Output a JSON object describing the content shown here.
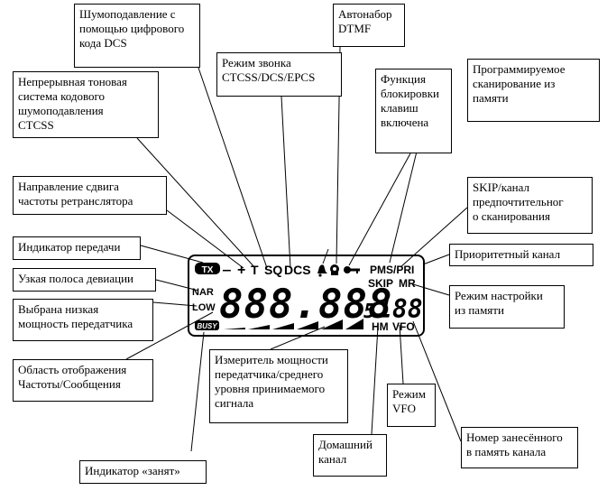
{
  "lcd": {
    "tx": "TX",
    "minus": "‒",
    "plus": "+",
    "t": "T",
    "sq": "SQ",
    "dcs": "DCS",
    "pms_pri": "PMS/PRI",
    "skip": "SKIP",
    "mr": "MR",
    "nar": "NAR",
    "low": "LOW",
    "main_digits": "888.888",
    "sub_digit": "5",
    "channel_digits": "188",
    "busy": "BUSY",
    "hm": "HM",
    "vfo": "VFO"
  },
  "labels": {
    "dcs_squelch": "Шумоподавление с\nпомощью цифрового\nкода DCS",
    "dtmf": "Автонабор\nDTMF",
    "ctcss": "Непрерывная тоновая\nсистема кодового\nшумоподавления\nCTCSS",
    "bell_mode": "Режим звонка\nCTCSS/DCS/EPCS",
    "key_lock": "Функция\nблокировки\nклавиш\nвключена",
    "pms": "Программируемое\nсканирование из\nпамяти",
    "shift_direction": "Направление сдвига\nчастоты ретранслятора",
    "skip_pref": "SKIP/канал\nпредпочтительног\nо сканирования",
    "tx_indicator": "Индикатор передачи",
    "priority": "Приоритетный канал",
    "narrow": "Узкая полоса девиации",
    "low_power": "Выбрана низкая\nмощность передатчика",
    "memory_tune": "Режим настройки\nиз памяти",
    "display_area": "Область отображения\nЧастоты/Сообщения",
    "meter": "Измеритель мощности\nпередатчика/среднего\nуровня принимаемого\nсигнала",
    "vfo_mode": "Режим\nVFO",
    "mem_channel_no": "Номер занесённого\nв память канала",
    "home_channel": "Домашний\nканал",
    "busy_indicator": "Индикатор «занят»"
  }
}
